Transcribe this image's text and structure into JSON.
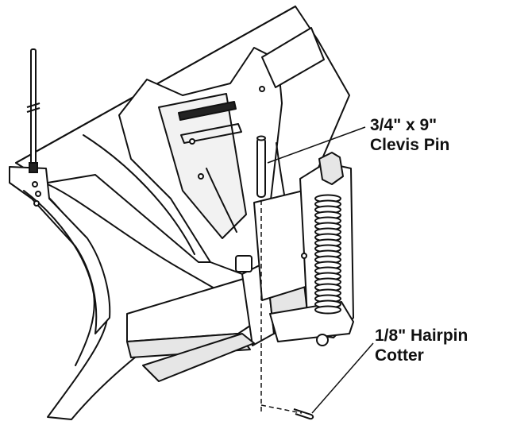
{
  "callouts": {
    "clevis_pin": {
      "line1": "3/4\" x 9\"",
      "line2": "Clevis Pin"
    },
    "hairpin_cotter": {
      "line1": "1/8\" Hairpin",
      "line2": "Cotter"
    }
  },
  "colors": {
    "ink": "#111111",
    "fill": "#ffffff",
    "shade": "#d0d0d0",
    "dark": "#222222"
  }
}
